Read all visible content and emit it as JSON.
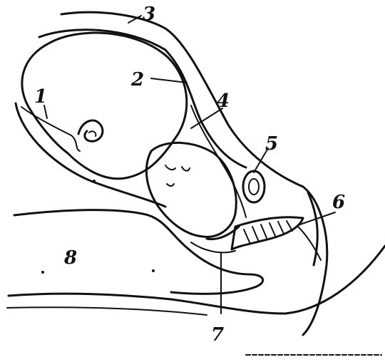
{
  "diagram": {
    "labels": [
      {
        "id": "label-1",
        "text": "1"
      },
      {
        "id": "label-2",
        "text": "2"
      },
      {
        "id": "label-3",
        "text": "3"
      },
      {
        "id": "label-4",
        "text": "4"
      },
      {
        "id": "label-5",
        "text": "5"
      },
      {
        "id": "label-6",
        "text": "6"
      },
      {
        "id": "label-7",
        "text": "7"
      },
      {
        "id": "label-8",
        "text": "8"
      }
    ]
  }
}
